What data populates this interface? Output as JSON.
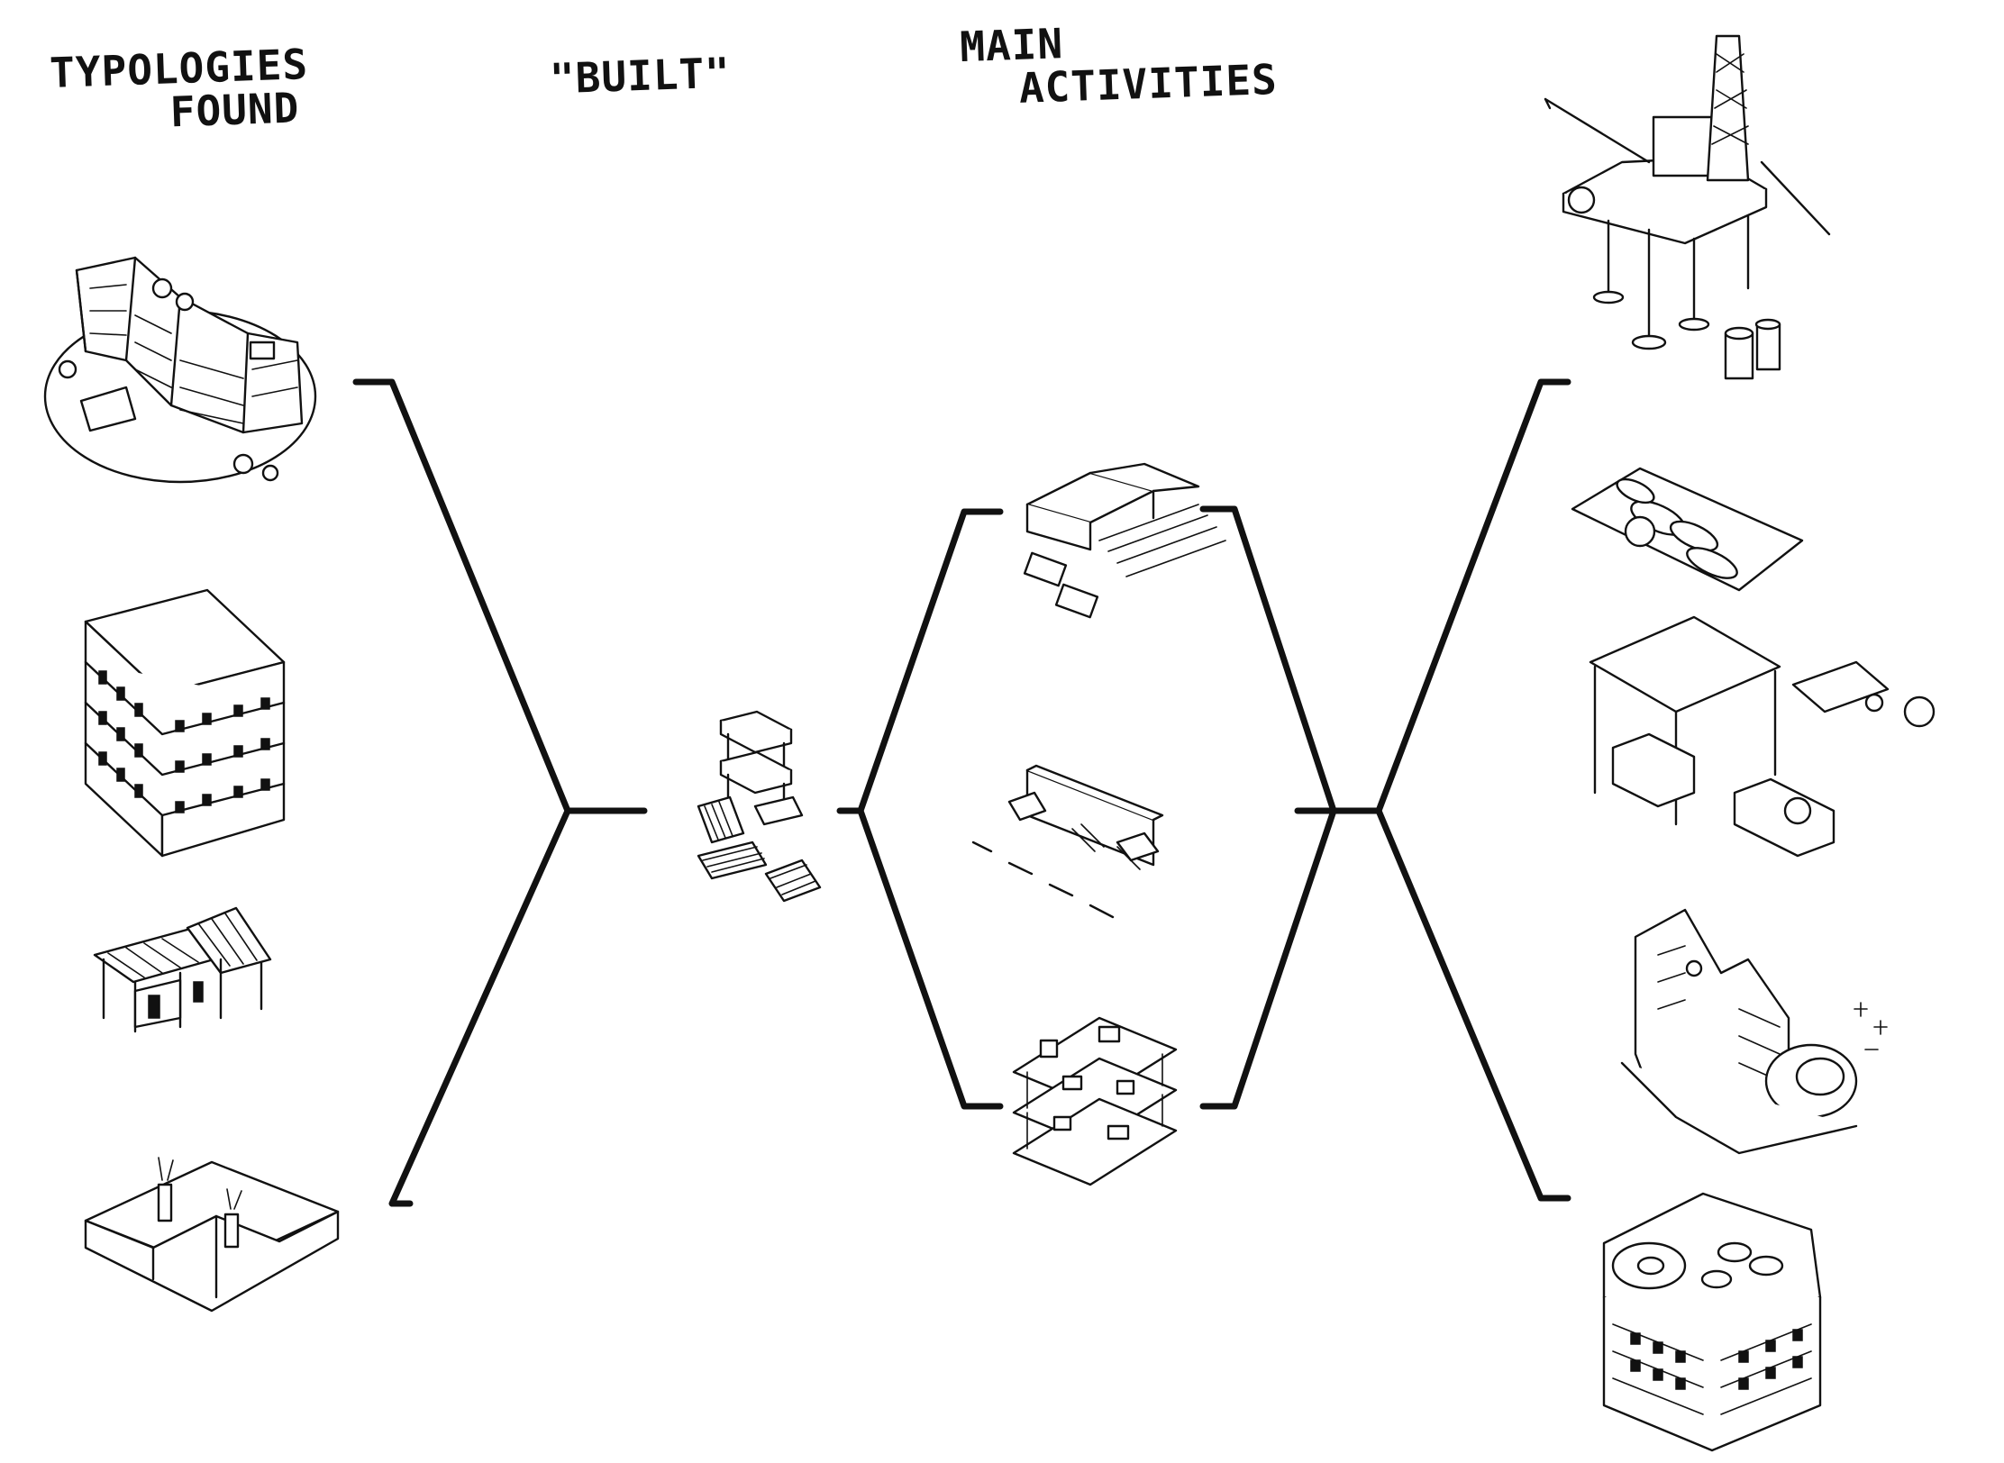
{
  "headings": {
    "typologies_line1": "TYPOLOGIES",
    "typologies_line2": "FOUND",
    "built": "\"BUILT\"",
    "activities_line1": "MAIN",
    "activities_line2": "ACTIVITIES"
  },
  "columns": {
    "typologies": [
      "curved-office-complex",
      "apartment-block",
      "shanty-shacks",
      "factory-sheds"
    ],
    "built": [
      "construction-materials"
    ],
    "activities": [
      "transport-depot",
      "roadside-stalls",
      "multi-floor-workshop"
    ],
    "outcomes": [
      "offshore-oil-rig",
      "fish-catch",
      "market-stall",
      "finance-tower",
      "commercial-mall"
    ]
  },
  "icons": {
    "office": "curved-office-icon",
    "apartment": "apartment-block-icon",
    "shanty": "shanty-icon",
    "factory": "factory-icon",
    "materials": "building-materials-icon",
    "depot": "transport-depot-icon",
    "roadside": "roadside-stall-icon",
    "workshop": "workshop-floors-icon",
    "rig": "oil-rig-icon",
    "fish": "fish-icon",
    "market": "market-stall-icon",
    "finance": "finance-tower-icon",
    "mall": "mall-icon"
  },
  "colors": {
    "ink": "#111111",
    "paper": "#ffffff"
  }
}
